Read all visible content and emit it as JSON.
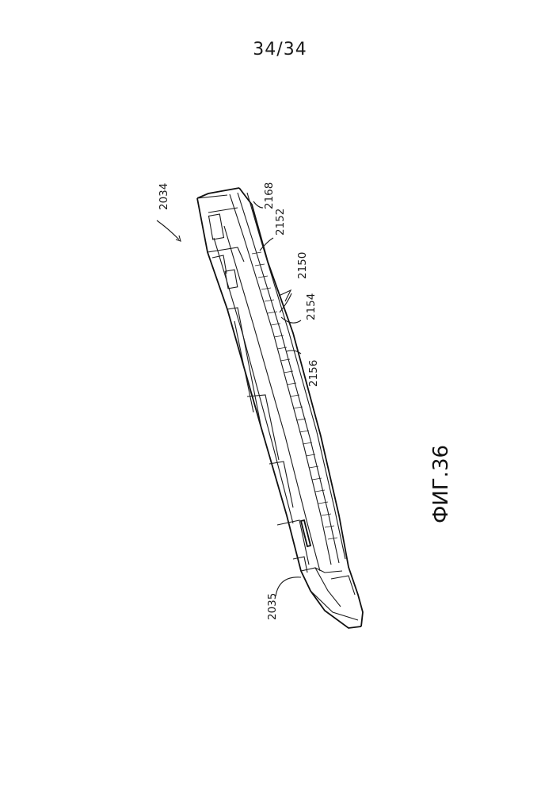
{
  "sheet": {
    "page_number": "34/34"
  },
  "figure": {
    "caption": "ФИГ.36"
  },
  "reference_numerals": {
    "assembly": "2034",
    "r2168": "2168",
    "r2152": "2152",
    "r2150": "2150",
    "r2154": "2154",
    "r2156": "2156",
    "r2035": "2035"
  }
}
